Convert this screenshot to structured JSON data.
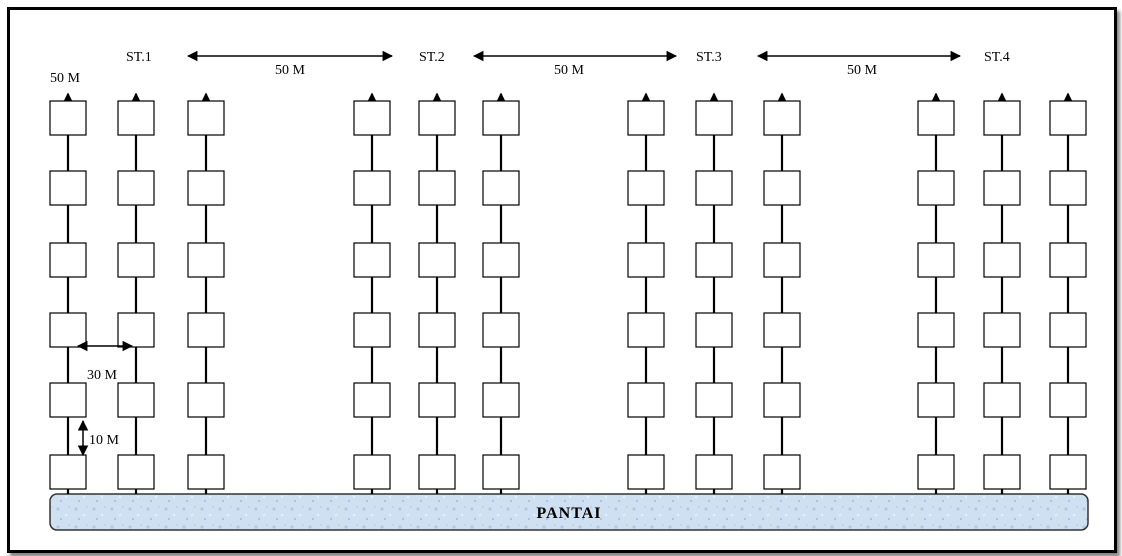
{
  "stations": [
    {
      "label": "ST.1",
      "transects": 3
    },
    {
      "label": "ST.2",
      "transects": 3
    },
    {
      "label": "ST.3",
      "transects": 3
    },
    {
      "label": "ST.4",
      "transects": 3
    }
  ],
  "plots_per_transect": 6,
  "station_spacing_label": "50 M",
  "transect_spacing_label": "30 M",
  "plot_spacing_label": "10 M",
  "transect_length_label": "50 M",
  "shore_label": "PANTAI",
  "colors": {
    "line": "#000000",
    "shore_fill": "#cfe0f2",
    "shore_stroke": "#333333"
  }
}
